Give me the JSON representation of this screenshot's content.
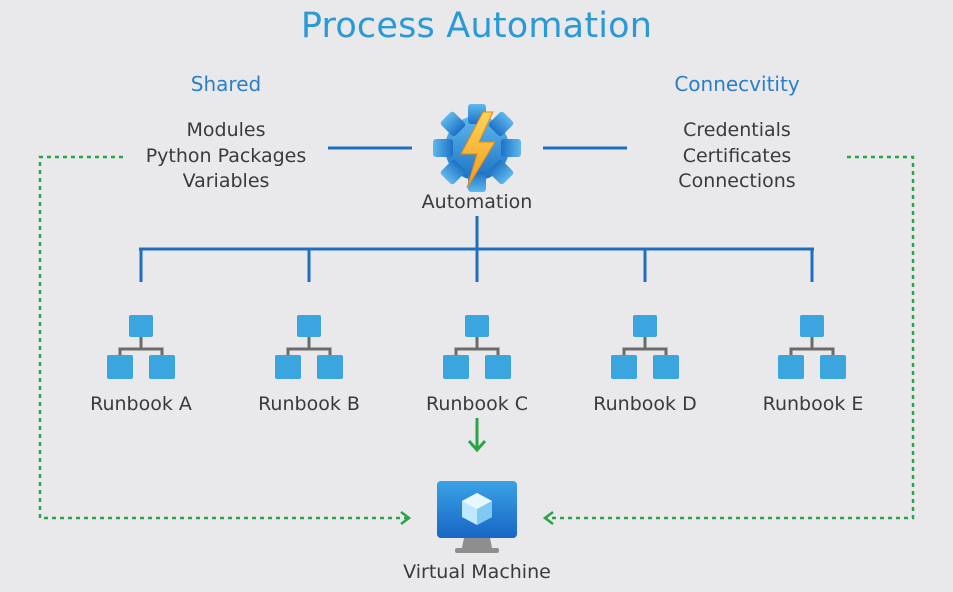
{
  "title": "Process Automation",
  "shared": {
    "heading": "Shared",
    "items": [
      "Modules",
      "Python Packages",
      "Variables"
    ]
  },
  "connectivity": {
    "heading": "Connecvitity",
    "items": [
      "Credentials",
      "Certificates",
      "Connections"
    ]
  },
  "automation": {
    "label": "Automation",
    "icon": "automation-gear-bolt-icon"
  },
  "runbooks": [
    {
      "label": "Runbook A",
      "icon": "runbook-hierarchy-icon"
    },
    {
      "label": "Runbook B",
      "icon": "runbook-hierarchy-icon"
    },
    {
      "label": "Runbook C",
      "icon": "runbook-hierarchy-icon"
    },
    {
      "label": "Runbook D",
      "icon": "runbook-hierarchy-icon"
    },
    {
      "label": "Runbook E",
      "icon": "runbook-hierarchy-icon"
    }
  ],
  "vm": {
    "label": "Virtual Machine",
    "icon": "virtual-machine-monitor-icon"
  },
  "colors": {
    "title": "#2a9ad6",
    "heading": "#2a7fc8",
    "connector": "#1f6fc0",
    "dotted": "#2aa448",
    "icon_blue": "#3aa5df",
    "icon_gray": "#6b6b6b",
    "bolt": "#f5b324"
  }
}
